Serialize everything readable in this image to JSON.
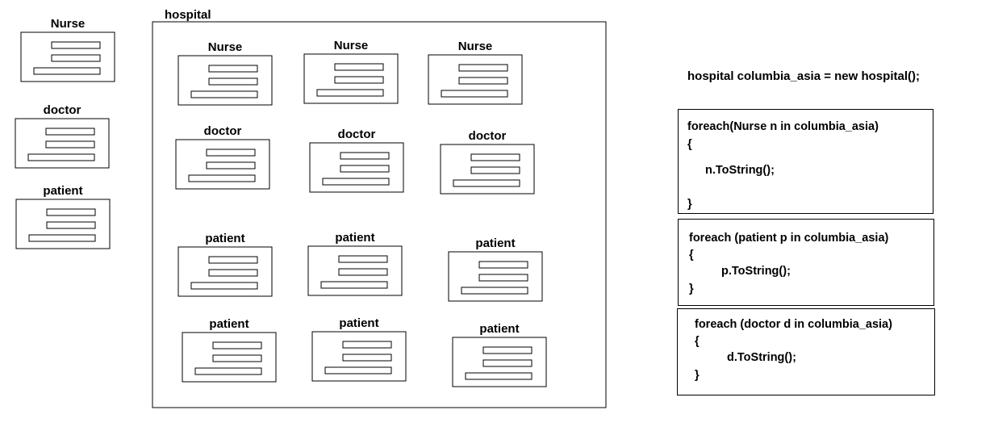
{
  "legend": [
    {
      "label": "Nurse"
    },
    {
      "label": "doctor"
    },
    {
      "label": "patient"
    }
  ],
  "hospital": {
    "label": "hospital",
    "rows": [
      [
        "Nurse",
        "Nurse",
        "Nurse"
      ],
      [
        "doctor",
        "doctor",
        "doctor"
      ],
      [
        "patient",
        "patient",
        "patient"
      ],
      [
        "patient",
        "patient",
        "patient"
      ]
    ]
  },
  "declaration": "hospital columbia_asia = new hospital();",
  "code_blocks": [
    {
      "lines": [
        "foreach(Nurse n in columbia_asia)",
        "{",
        "n.ToString();",
        "}"
      ]
    },
    {
      "lines": [
        "foreach (patient p in columbia_asia)",
        "{",
        "p.ToString();",
        "}"
      ]
    },
    {
      "lines": [
        "foreach (doctor d in columbia_asia)",
        "{",
        "d.ToString();",
        "}"
      ]
    }
  ]
}
